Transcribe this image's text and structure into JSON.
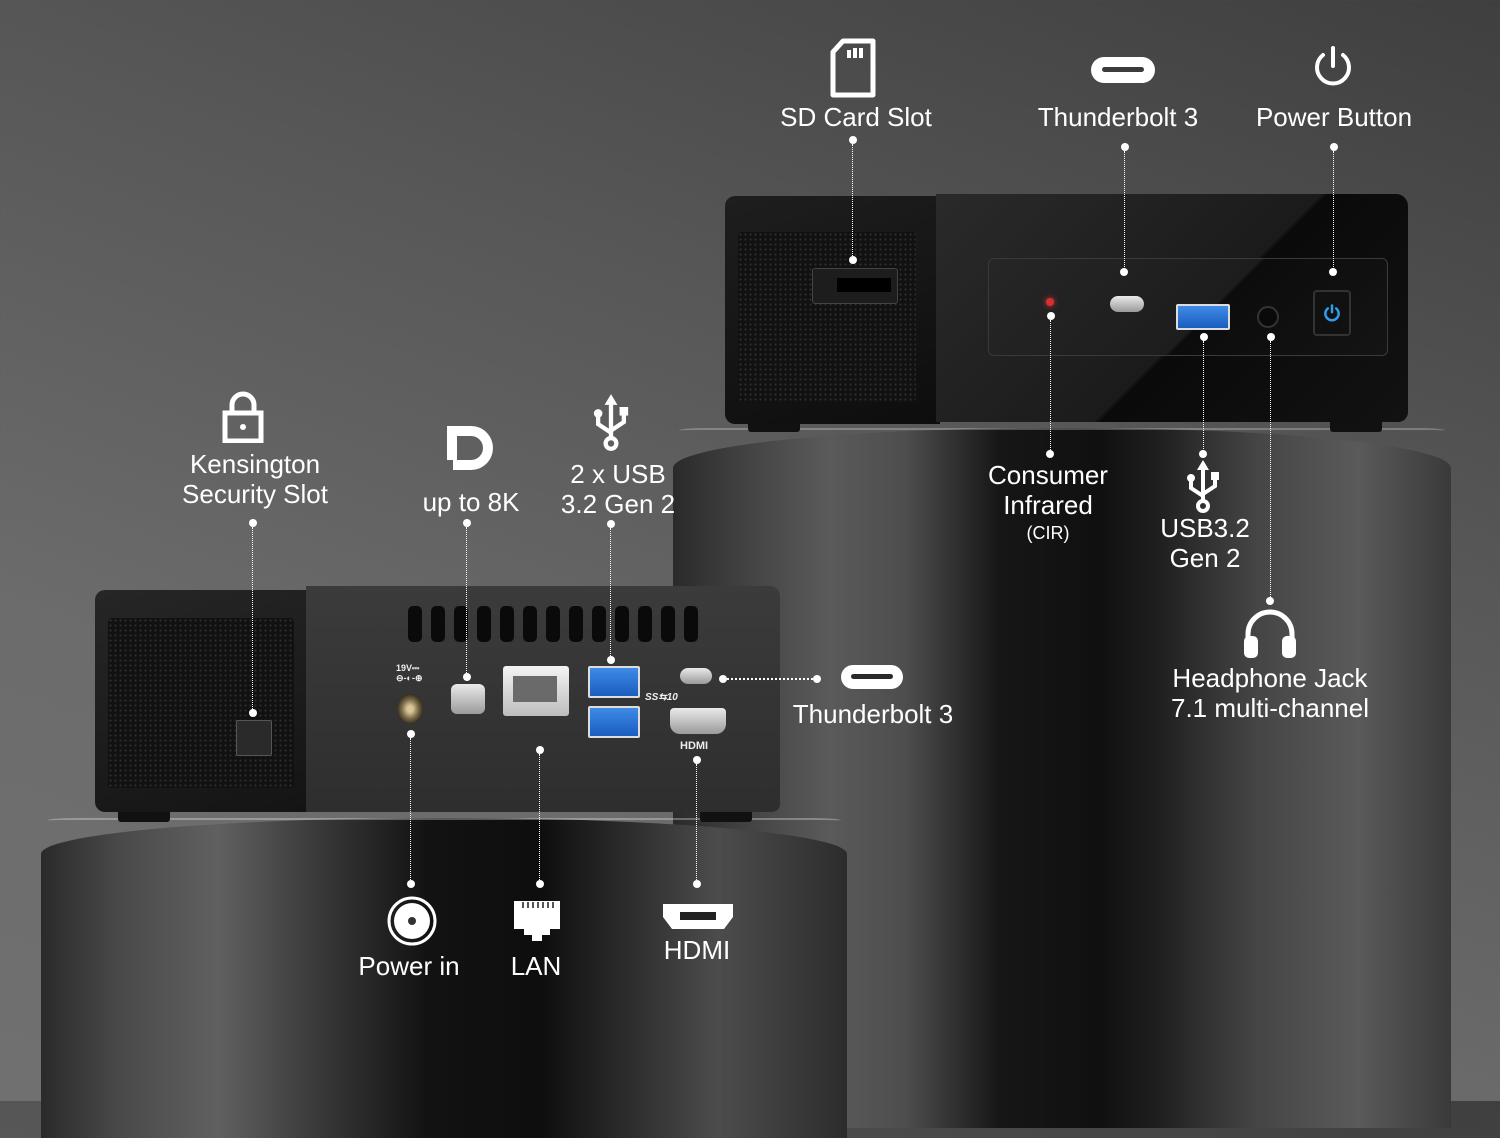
{
  "callouts": {
    "sd_card_slot": {
      "label": "SD Card Slot",
      "icon": "sd-card-icon"
    },
    "thunderbolt_front": {
      "label": "Thunderbolt 3",
      "icon": "usb-c-icon"
    },
    "power_button": {
      "label": "Power Button",
      "icon": "power-icon"
    },
    "consumer_infrared": {
      "line1": "Consumer",
      "line2": "Infrared",
      "line3": "(CIR)"
    },
    "usb_front": {
      "line1": "USB3.2",
      "line2": "Gen 2",
      "icon": "usb-icon"
    },
    "headphone_jack": {
      "line1": "Headphone Jack",
      "line2": "7.1 multi-channel",
      "icon": "headphones-icon"
    },
    "kensington": {
      "line1": "Kensington",
      "line2": "Security Slot",
      "icon": "lock-icon"
    },
    "displayport": {
      "label": "up to 8K",
      "icon": "displayport-icon"
    },
    "usb_rear": {
      "line1": "2 x USB",
      "line2": "3.2 Gen 2",
      "icon": "usb-icon"
    },
    "thunderbolt_rear": {
      "label": "Thunderbolt 3",
      "icon": "usb-c-icon"
    },
    "power_in": {
      "label": "Power in",
      "icon": "dc-jack-icon"
    },
    "lan": {
      "label": "LAN",
      "icon": "ethernet-icon"
    },
    "hdmi": {
      "label": "HDMI",
      "icon": "hdmi-icon"
    }
  },
  "device_markings": {
    "voltage": "19V⎓",
    "polarity": "⊖-◐-⊕",
    "hdmi_logo": "HDMI",
    "ss_logo": "SS⇆10"
  },
  "colors": {
    "usb_blue": "#2a72d6",
    "power_led": "#2f9ef0",
    "ir_led": "#d83030",
    "text": "#ffffff"
  }
}
